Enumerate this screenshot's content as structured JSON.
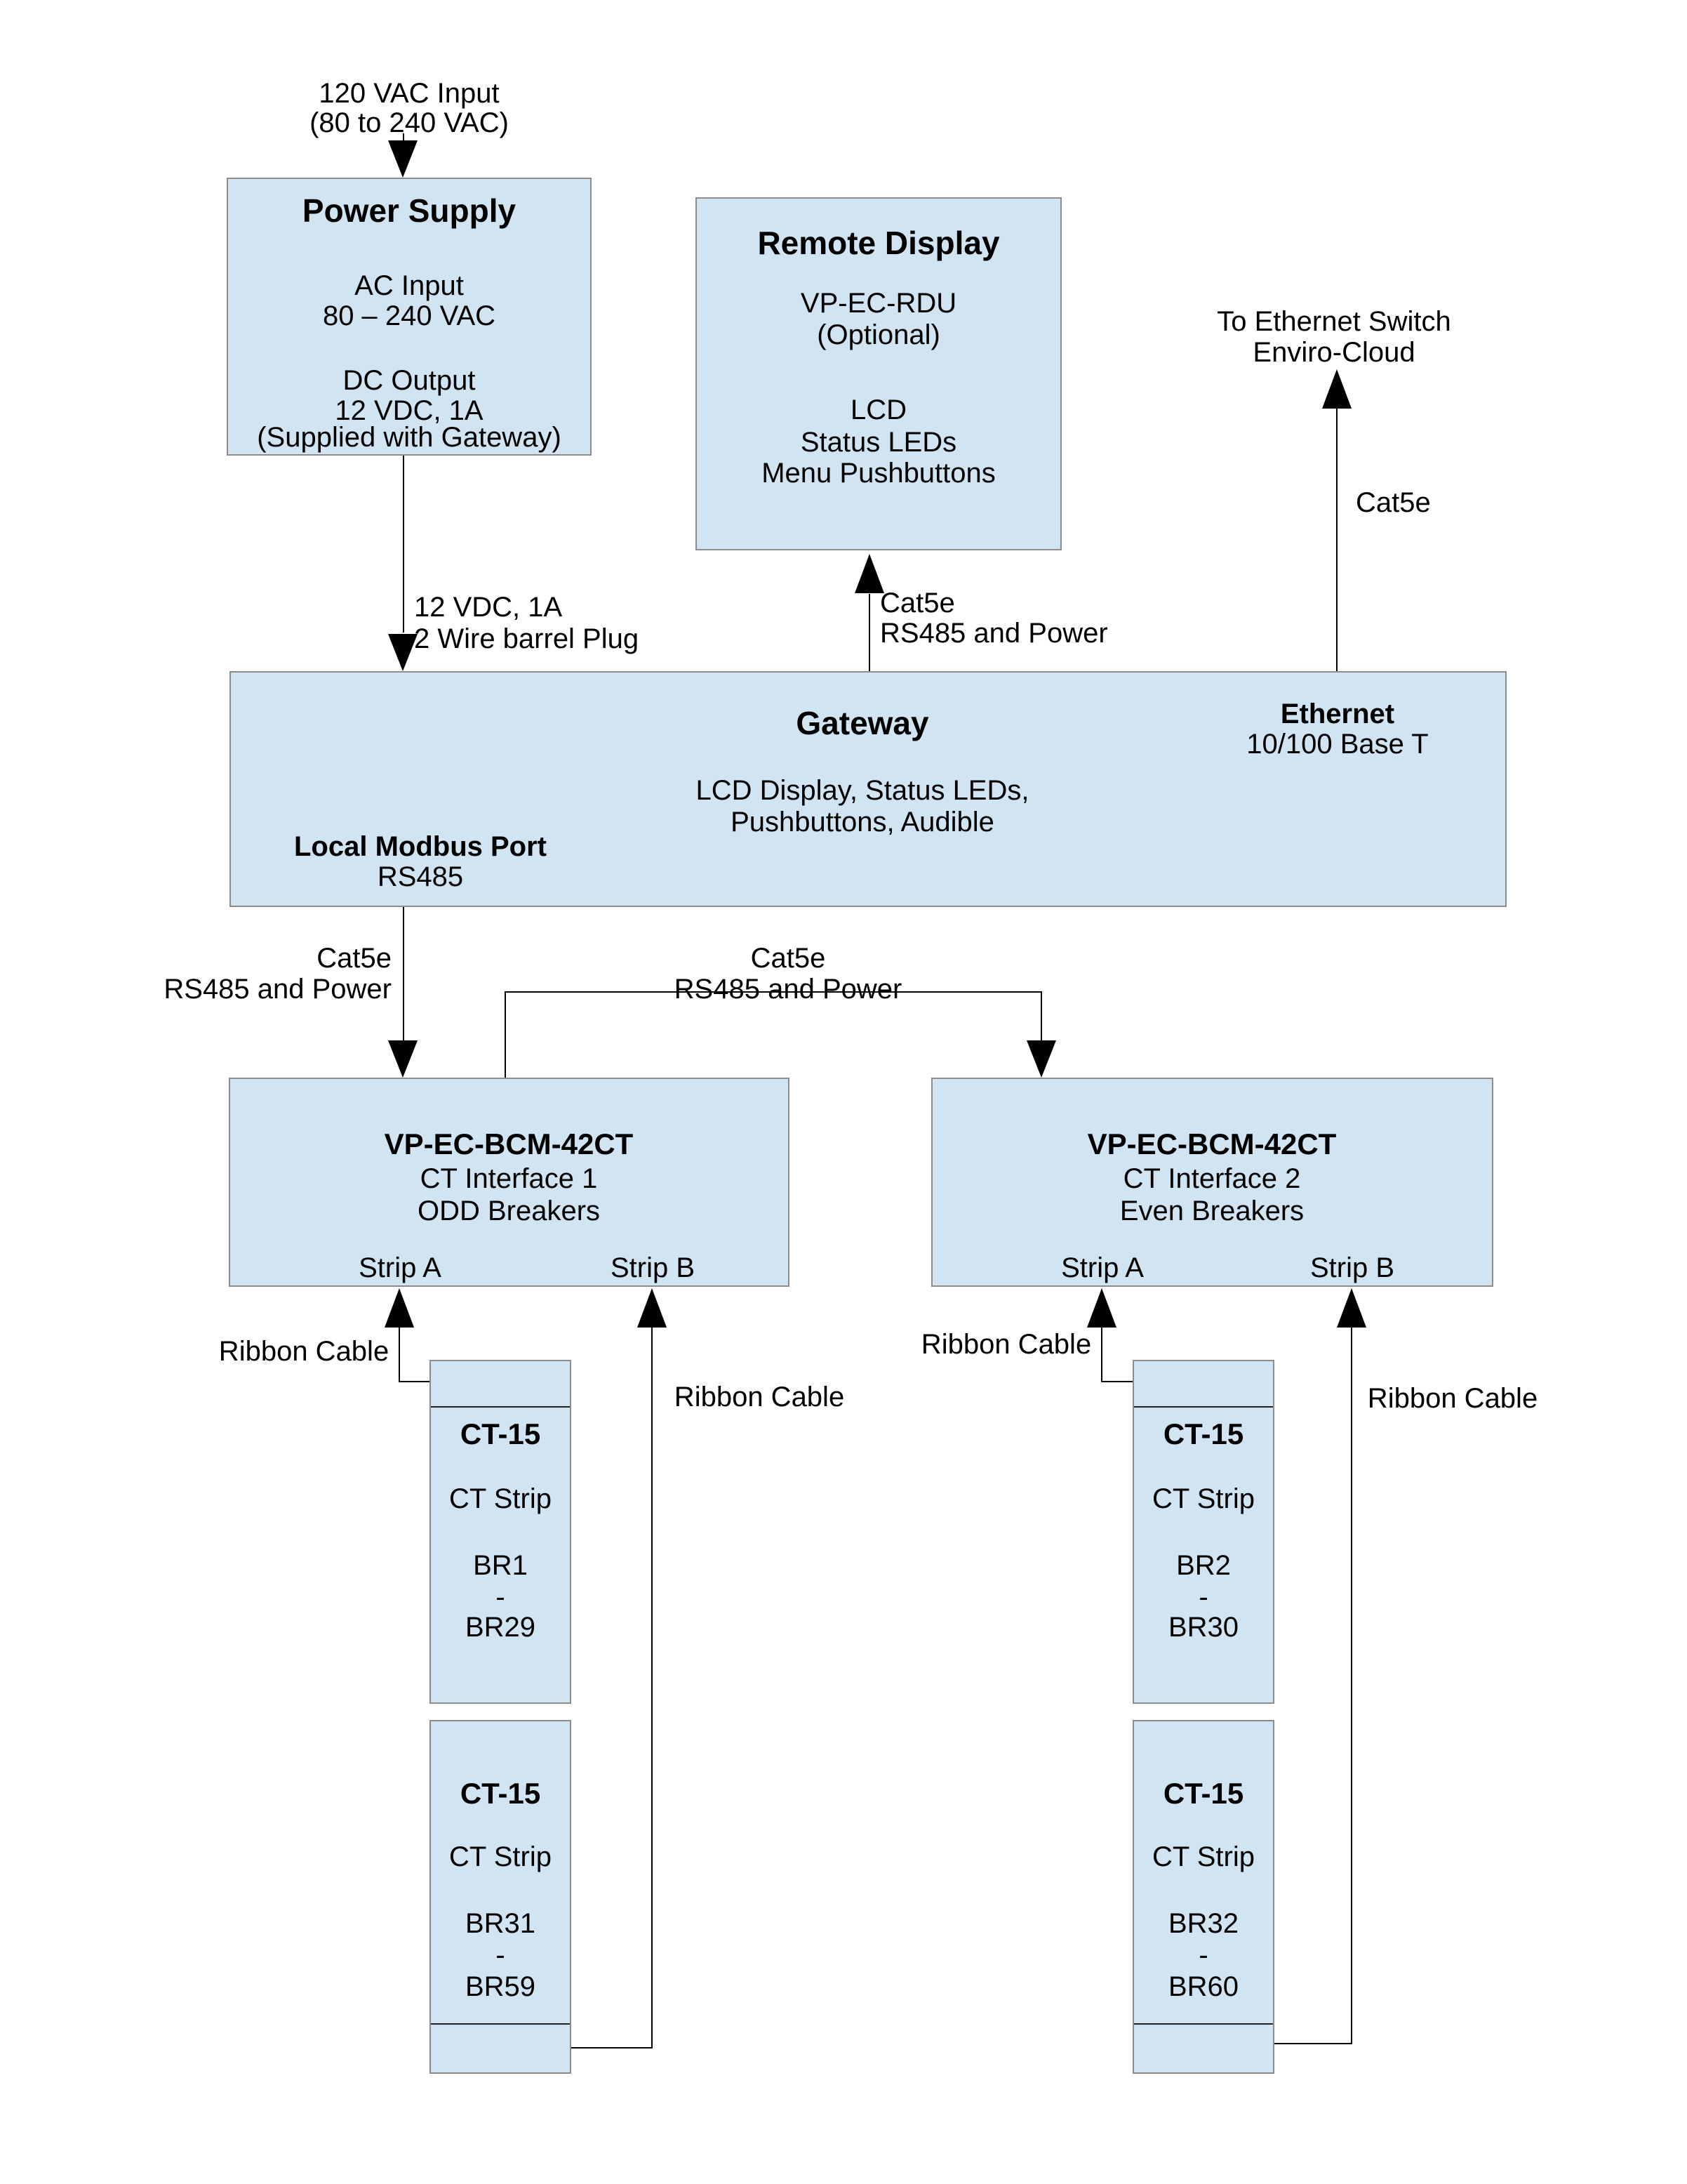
{
  "colors": {
    "box_fill": "#d0e4f2",
    "box_border": "#8c8c8c",
    "line": "#000000"
  },
  "labels": {
    "vac_input_1": "120 VAC Input",
    "vac_input_2": "(80 to 240 VAC)",
    "dc_link_1": "12 VDC, 1A",
    "dc_link_2": "2 Wire barrel Plug",
    "rdu_link_1": "Cat5e",
    "rdu_link_2": "RS485 and Power",
    "eth_dest_1": "To Ethernet Switch",
    "eth_dest_2": "Enviro-Cloud",
    "eth_cable": "Cat5e",
    "bcm1_link_1": "Cat5e",
    "bcm1_link_2": "RS485 and Power",
    "bcm2_link_1": "Cat5e",
    "bcm2_link_2": "RS485 and Power",
    "ribbon": "Ribbon Cable"
  },
  "power_supply": {
    "title": "Power Supply",
    "line1": "AC Input",
    "line2": "80 – 240 VAC",
    "line3": "DC Output",
    "line4": "12 VDC, 1A",
    "line5": "(Supplied with Gateway)"
  },
  "remote_display": {
    "title": "Remote Display",
    "line1": "VP-EC-RDU",
    "line2": "(Optional)",
    "line3": "LCD",
    "line4": "Status LEDs",
    "line5": "Menu Pushbuttons"
  },
  "gateway": {
    "title": "Gateway",
    "ethernet_title": "Ethernet",
    "ethernet_sub": "10/100 Base T",
    "center_line1": "LCD Display, Status LEDs,",
    "center_line2": "Pushbuttons, Audible",
    "modbus_title": "Local Modbus Port",
    "modbus_sub": "RS485"
  },
  "bcm1": {
    "title": "VP-EC-BCM-42CT",
    "line2": "CT Interface 1",
    "line3": "ODD Breakers",
    "strip_a": "Strip A",
    "strip_b": "Strip B"
  },
  "bcm2": {
    "title": "VP-EC-BCM-42CT",
    "line2": "CT Interface 2",
    "line3": "Even Breakers",
    "strip_a": "Strip A",
    "strip_b": "Strip B"
  },
  "ct_boxes": [
    {
      "title": "CT-15",
      "subtitle": "CT Strip",
      "from": "BR1",
      "dash": "-",
      "to": "BR29"
    },
    {
      "title": "CT-15",
      "subtitle": "CT Strip",
      "from": "BR31",
      "dash": "-",
      "to": "BR59"
    },
    {
      "title": "CT-15",
      "subtitle": "CT Strip",
      "from": "BR2",
      "dash": "-",
      "to": "BR30"
    },
    {
      "title": "CT-15",
      "subtitle": "CT Strip",
      "from": "BR32",
      "dash": "-",
      "to": "BR60"
    }
  ]
}
